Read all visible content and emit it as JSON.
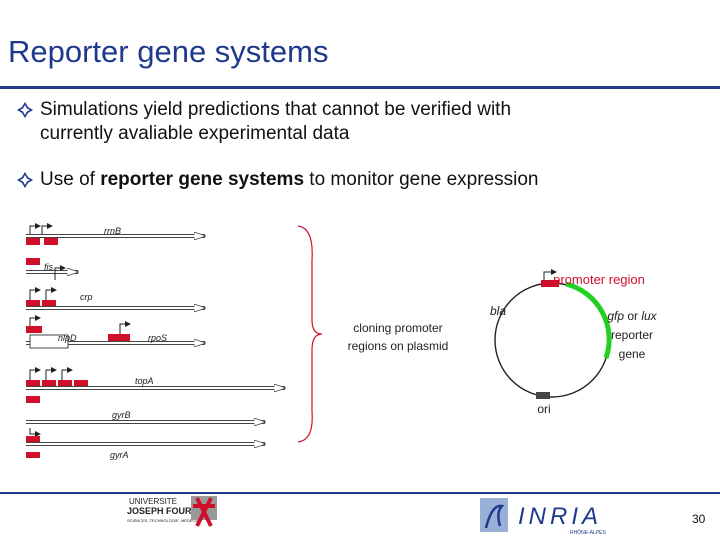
{
  "slide": {
    "title": "Reporter gene systems",
    "page_number": "30",
    "colors": {
      "title": "#1f3a8c",
      "accent_red": "#d0102a",
      "reporter_green": "#22d022"
    }
  },
  "bullets": [
    {
      "icon": "diamond-bullet-icon",
      "line1": "Simulations yield predictions that cannot be verified with",
      "line2": "currently avaliable experimental data"
    },
    {
      "icon": "diamond-bullet-icon",
      "before": "Use of ",
      "bold": "reporter gene systems",
      "after": " to monitor gene expression"
    }
  ],
  "genes": {
    "rrnB": "rrnB",
    "fis": "fis",
    "crp": "crp",
    "nlpD": "nlpD",
    "rpoS": "rpoS",
    "topA": "topA",
    "gyrB": "gyrB",
    "gyrA": "gyrA"
  },
  "plasmid": {
    "cloning_line1": "cloning promoter",
    "cloning_line2": "regions on plasmid",
    "promoter_region": "promoter region",
    "bla": "bla",
    "reporter_line1_a": "gfp",
    "reporter_line1_b": " or ",
    "reporter_line1_c": "lux",
    "reporter_line2": "reporter",
    "reporter_line3": "gene",
    "ori": "ori"
  },
  "logos": {
    "ujf_line1": "UNIVERSITE",
    "ujf_line2": "JOSEPH FOURIER",
    "ujf_line3": "SCIENCES, TECHNOLOGIE, MEDECINE",
    "inria_name": "INRIA",
    "inria_sub": "RHÔNE-ALPES"
  }
}
